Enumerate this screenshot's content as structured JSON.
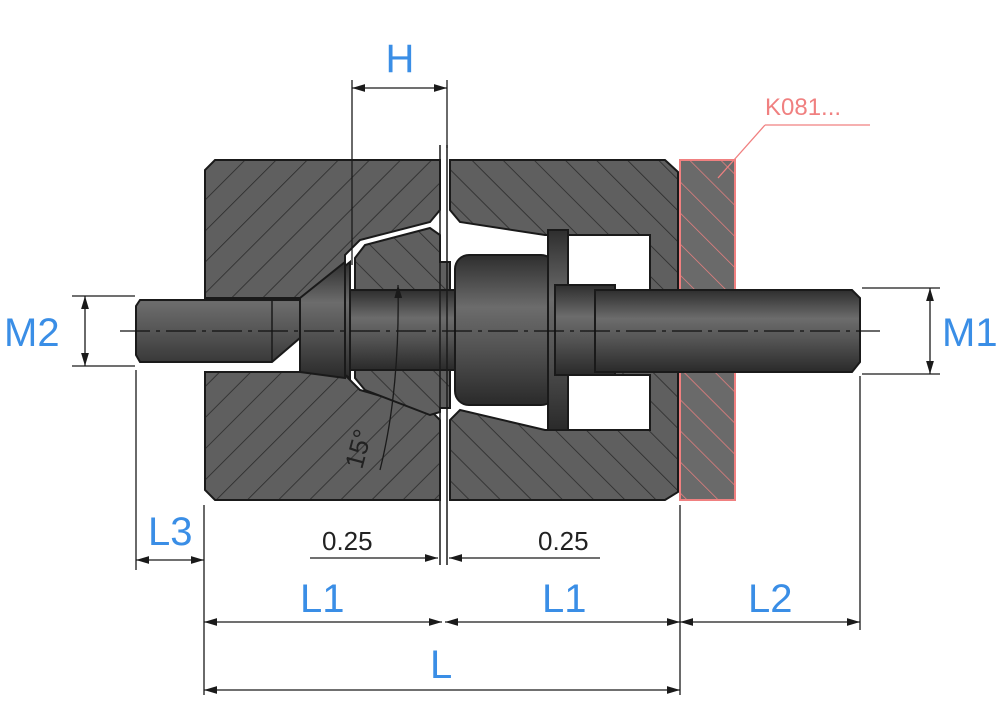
{
  "labels": {
    "h": "H",
    "m1": "M1",
    "m2": "M2",
    "l": "L",
    "l1_left": "L1",
    "l1_right": "L1",
    "l2": "L2",
    "l3": "L3",
    "gap_left": "0.25",
    "gap_right": "0.25",
    "angle": "15°",
    "part_ref": "K081..."
  },
  "colors": {
    "section_fill": "#5f5f5f",
    "bolt_fill": "#4a4a4a",
    "label_blue": "#3a8ee6",
    "ref_red": "#f08080",
    "line": "#1a1a1a"
  }
}
